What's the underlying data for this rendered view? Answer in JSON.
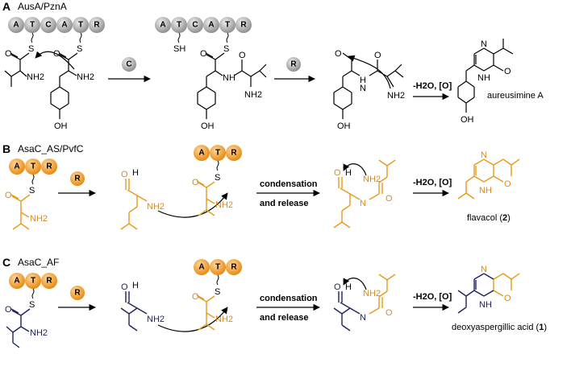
{
  "panels": [
    {
      "letter": "A",
      "title": "AusA/PznA",
      "carrier_domains": [
        "A",
        "T",
        "C",
        "A",
        "T",
        "R"
      ],
      "step_domains": [
        "C",
        "R"
      ],
      "step_text": "-H2O, [O]",
      "product": "aureusimine A"
    },
    {
      "letter": "B",
      "title": "AsaC_AS/PvfC",
      "carrier_domains": [
        "A",
        "T",
        "R"
      ],
      "step_domains": [
        "R"
      ],
      "condensation_line1": "condensation",
      "condensation_line2": "and release",
      "step_text": "-H2O, [O]",
      "product": "flavacol",
      "product_number": "2"
    },
    {
      "letter": "C",
      "title": "AsaC_AF",
      "carrier_domains": [
        "A",
        "T",
        "R"
      ],
      "step_domains": [
        "R"
      ],
      "condensation_line1": "condensation",
      "condensation_line2": "and release",
      "step_text": "-H2O, [O]",
      "product": "deoxyaspergillic acid",
      "product_number": "1"
    }
  ],
  "atoms": {
    "S": "S",
    "SH": "SH",
    "NH2": "NH2",
    "NH": "NH",
    "N": "N",
    "H": "H",
    "O": "O",
    "OH": "OH"
  },
  "colors": {
    "grey_domain": "#b8b8b8",
    "orange_domain": "#f4a23a",
    "orange_bond": "#e89a1d",
    "navy_bond": "#1f2260"
  }
}
